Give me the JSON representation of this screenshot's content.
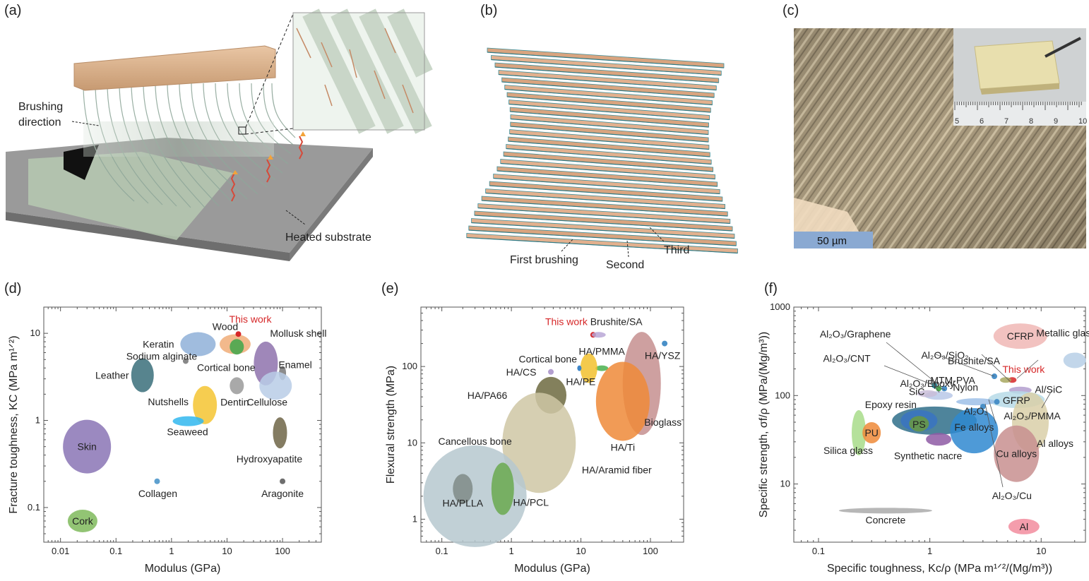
{
  "panels": {
    "a": {
      "label": "(a)",
      "brushing": "Brushing",
      "direction": "direction",
      "substrate": "Heated substrate"
    },
    "b": {
      "label": "(b)",
      "first": "First brushing",
      "second": "Second",
      "third": "Third"
    },
    "c": {
      "label": "(c)",
      "scalebar": "50 µm",
      "ruler_ticks": [
        "5",
        "6",
        "7",
        "8",
        "9",
        "10"
      ]
    },
    "d": {
      "label": "(d)"
    },
    "e": {
      "label": "(e)"
    },
    "f": {
      "label": "(f)"
    }
  },
  "colors": {
    "highlight": "#d62728",
    "axis": "#555555",
    "label": "#222222"
  },
  "chart_data": [
    {
      "type": "scatter",
      "panel": "d",
      "xlabel": "Modulus (GPa)",
      "ylabel": "Fracture toughness, K_C (MPa m^1/2)",
      "xscale": "log",
      "yscale": "log",
      "xlim": [
        0.005,
        500
      ],
      "ylim": [
        0.04,
        20
      ],
      "xticks": [
        "0.01",
        "0.1",
        "1",
        "10",
        "100"
      ],
      "yticks": [
        "0.1",
        "1",
        "10"
      ],
      "regions": [
        {
          "name": "Skin",
          "x": 0.03,
          "y": 0.5,
          "color": "#8a74b5"
        },
        {
          "name": "Cork",
          "x": 0.025,
          "y": 0.07,
          "color": "#7fba5c"
        },
        {
          "name": "Leather",
          "x": 0.3,
          "y": 3.3,
          "color": "#3a6e7a"
        },
        {
          "name": "Keratin",
          "x": 3,
          "y": 7.5,
          "color": "#8fb0d8"
        },
        {
          "name": "Wood",
          "x": 14,
          "y": 7.5,
          "color": "#f0ad78"
        },
        {
          "name": "Sodium alginate",
          "x": 1.8,
          "y": 4.8,
          "color": "#888888"
        },
        {
          "name": "Cortical bone",
          "x": 15,
          "y": 7,
          "color": "#3fa64a"
        },
        {
          "name": "This work",
          "x": 16,
          "y": 9.8,
          "color": "#d62728"
        },
        {
          "name": "Mollusk shell",
          "x": 50,
          "y": 4.5,
          "color": "#8e72ad"
        },
        {
          "name": "Enamel",
          "x": 100,
          "y": 3.5,
          "color": "#8c8c8c"
        },
        {
          "name": "Nutshells",
          "x": 4,
          "y": 1.5,
          "color": "#f5c431"
        },
        {
          "name": "Dentin",
          "x": 15,
          "y": 2.5,
          "color": "#9a9a9a"
        },
        {
          "name": "Cellulose",
          "x": 75,
          "y": 2.5,
          "color": "#b8cde6"
        },
        {
          "name": "Seaweed",
          "x": 2,
          "y": 0.98,
          "color": "#31b7ef"
        },
        {
          "name": "Hydroxyapatite",
          "x": 90,
          "y": 0.72,
          "color": "#6e6547"
        },
        {
          "name": "Collagen",
          "x": 0.55,
          "y": 0.2,
          "color": "#5ea0cf"
        },
        {
          "name": "Aragonite",
          "x": 100,
          "y": 0.2,
          "color": "#6e6e6e"
        }
      ]
    },
    {
      "type": "scatter",
      "panel": "e",
      "xlabel": "Modulus (GPa)",
      "ylabel": "Flexural strength (MPa)",
      "xscale": "log",
      "yscale": "log",
      "xlim": [
        0.05,
        300
      ],
      "ylim": [
        0.5,
        600
      ],
      "xticks": [
        "0.1",
        "1",
        "10",
        "100"
      ],
      "yticks": [
        "1",
        "10",
        "100"
      ],
      "regions": [
        {
          "name": "This work",
          "x": 15,
          "y": 260,
          "color": "#d62728"
        },
        {
          "name": "Brushite/SA",
          "x": 18,
          "y": 260,
          "color": "#b9a7d6"
        },
        {
          "name": "HA/YSZ",
          "x": 160,
          "y": 200,
          "color": "#4a90c8"
        },
        {
          "name": "Bioglass",
          "x": 75,
          "y": 60,
          "color": "#c58f8f"
        },
        {
          "name": "HA/PMMA",
          "x": 20,
          "y": 95,
          "color": "#49b04e"
        },
        {
          "name": "Cortical bone",
          "x": 13,
          "y": 95,
          "color": "#f2c12e"
        },
        {
          "name": "HA/CS",
          "x": 3.7,
          "y": 85,
          "color": "#b39fcf"
        },
        {
          "name": "HA/PE",
          "x": 9.5,
          "y": 95,
          "color": "#3e85c6"
        },
        {
          "name": "HA/PA66",
          "x": 3.7,
          "y": 42,
          "color": "#6d6a3f"
        },
        {
          "name": "HA/Ti",
          "x": 40,
          "y": 35,
          "color": "#ee8a38"
        },
        {
          "name": "HA/Aramid fiber",
          "x": 2.5,
          "y": 10,
          "color": "#cfc7a5"
        },
        {
          "name": "Cancellous bone",
          "x": 0.3,
          "y": 2,
          "color": "#b6c8cf"
        },
        {
          "name": "HA/PLLA",
          "x": 0.2,
          "y": 2.5,
          "color": "#7f8b87"
        },
        {
          "name": "HA/PCL",
          "x": 0.75,
          "y": 2.5,
          "color": "#6aa94f"
        }
      ]
    },
    {
      "type": "scatter",
      "panel": "f",
      "xlabel": "Specific toughness, K_c/ρ (MPa m^1/2/(Mg/m^3))",
      "ylabel": "Specific strength, σ_f/ρ (MPa/(Mg/m^3))",
      "xscale": "log",
      "yscale": "log",
      "xlim": [
        0.06,
        25
      ],
      "ylim": [
        2.2,
        1000
      ],
      "xticks": [
        "0.1",
        "1",
        "10"
      ],
      "yticks": [
        "10",
        "100",
        "1000"
      ],
      "regions": [
        {
          "name": "CFRP",
          "x": 6.5,
          "y": 470,
          "color": "#f0b7b5"
        },
        {
          "name": "Metallic glasses",
          "x": 20,
          "y": 250,
          "color": "#b7cfe6"
        },
        {
          "name": "This work",
          "x": 5.5,
          "y": 150,
          "color": "#d62728"
        },
        {
          "name": "Brushite/SA",
          "x": 4.8,
          "y": 150,
          "color": "#a8a860"
        },
        {
          "name": "Al2O3/SiO2",
          "x": 3.8,
          "y": 165,
          "color": "#4a90c8"
        },
        {
          "name": "Al/SiC",
          "x": 6.5,
          "y": 115,
          "color": "#b39fcf"
        },
        {
          "name": "GFRP",
          "x": 6,
          "y": 90,
          "color": "#b7dbe8"
        },
        {
          "name": "Al2O3/Graphene",
          "x": 1.1,
          "y": 130,
          "color": "#2f8c9a"
        },
        {
          "name": "Al2O3/CNT",
          "x": 1.2,
          "y": 120,
          "color": "#4db04e"
        },
        {
          "name": "MTM-PVA",
          "x": 1.2,
          "y": 100,
          "color": "#b8c8e8"
        },
        {
          "name": "Nylon",
          "x": 1.35,
          "y": 120,
          "color": "#4a90c8"
        },
        {
          "name": "SiC",
          "x": 0.95,
          "y": 105,
          "color": "#c9bdd8"
        },
        {
          "name": "Al2O3",
          "x": 2.6,
          "y": 85,
          "color": "#9dc0e8"
        },
        {
          "name": "Al2O3/Epoxy",
          "x": 1.1,
          "y": 52,
          "color": "#2f6f8a"
        },
        {
          "name": "Epoxy resin",
          "x": 0.8,
          "y": 52,
          "color": "#3a73c2"
        },
        {
          "name": "PS",
          "x": 0.8,
          "y": 48,
          "color": "#6a9a40"
        },
        {
          "name": "Al2O3/PMMA",
          "x": 4,
          "y": 85,
          "color": "#4a90c8"
        },
        {
          "name": "Al alloys",
          "x": 8,
          "y": 50,
          "color": "#d9cfa8"
        },
        {
          "name": "Fe alloys",
          "x": 2.5,
          "y": 40,
          "color": "#2f88d0"
        },
        {
          "name": "Synthetic nacre",
          "x": 1.2,
          "y": 32,
          "color": "#8e5aa5"
        },
        {
          "name": "Cu alloys",
          "x": 6,
          "y": 22,
          "color": "#c88f8f"
        },
        {
          "name": "Silica glass",
          "x": 0.23,
          "y": 38,
          "color": "#a8dc8a"
        },
        {
          "name": "PU",
          "x": 0.3,
          "y": 38,
          "color": "#ee8a38"
        },
        {
          "name": "Al2O3/Cu",
          "x": 3,
          "y": 75,
          "color": "#4a90c8"
        },
        {
          "name": "Concrete",
          "x": 0.4,
          "y": 5,
          "color": "#aaaaaa"
        },
        {
          "name": "Al",
          "x": 7,
          "y": 3.3,
          "color": "#f28c9e"
        }
      ]
    }
  ]
}
